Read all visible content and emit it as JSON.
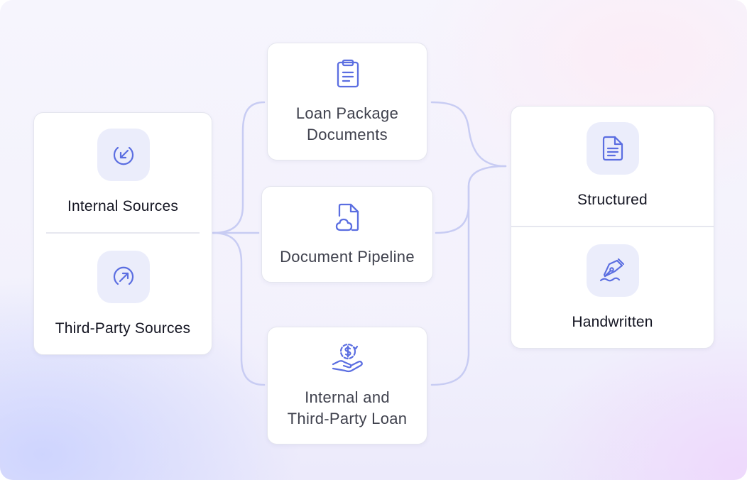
{
  "sources": {
    "items": [
      {
        "label": "Internal Sources",
        "icon": "arrow-down-left-circle-icon"
      },
      {
        "label": "Third-Party Sources",
        "icon": "arrow-up-right-circle-icon"
      }
    ]
  },
  "documents": {
    "items": [
      {
        "label_line1": "Loan Package",
        "label_line2": "Documents",
        "icon": "clipboard-icon"
      },
      {
        "label_line1": "Document Pipeline",
        "icon": "cloud-document-icon"
      },
      {
        "label_line1": "Internal and",
        "label_line2": "Third-Party Loan",
        "icon": "hand-dollar-icon"
      }
    ]
  },
  "outputs": {
    "items": [
      {
        "label": "Structured",
        "icon": "document-lines-icon"
      },
      {
        "label": "Handwritten",
        "icon": "pen-nib-icon"
      }
    ]
  },
  "colors": {
    "accent": "#5b6ee1",
    "connector": "#c8ccf3",
    "icon_tile": "#ebedfb",
    "text_dark": "#141522",
    "text_mid": "#3f414d"
  }
}
